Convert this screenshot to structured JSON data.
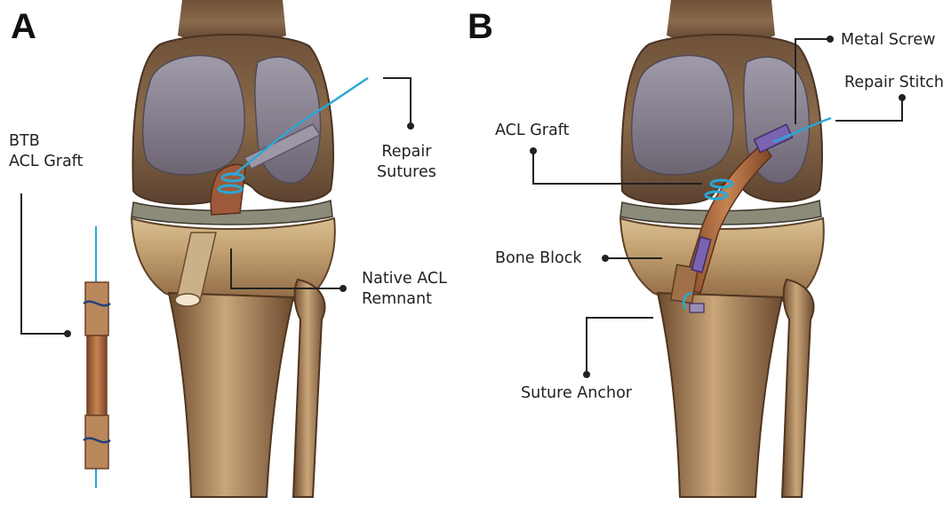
{
  "panels": [
    {
      "letter": "A",
      "labels": {
        "btb_acl_graft": [
          "BTB",
          "ACL Graft"
        ],
        "repair_sutures": [
          "Repair",
          "Sutures"
        ],
        "native_acl_remnant": [
          "Native ACL",
          "Remnant"
        ]
      }
    },
    {
      "letter": "B",
      "labels": {
        "metal_screw": "Metal Screw",
        "repair_stitch": "Repair Stitch",
        "acl_graft": "ACL Graft",
        "bone_block": "Bone Block",
        "suture_anchor": "Suture Anchor"
      }
    }
  ],
  "colors": {
    "bone": "#b88f5d",
    "bone_dark": "#6e4a2a",
    "cartilage": "#8d8694",
    "suture": "#2aa7d6",
    "graft": "#a8633a",
    "screw": "#7a63b0",
    "leader": "#222222"
  }
}
